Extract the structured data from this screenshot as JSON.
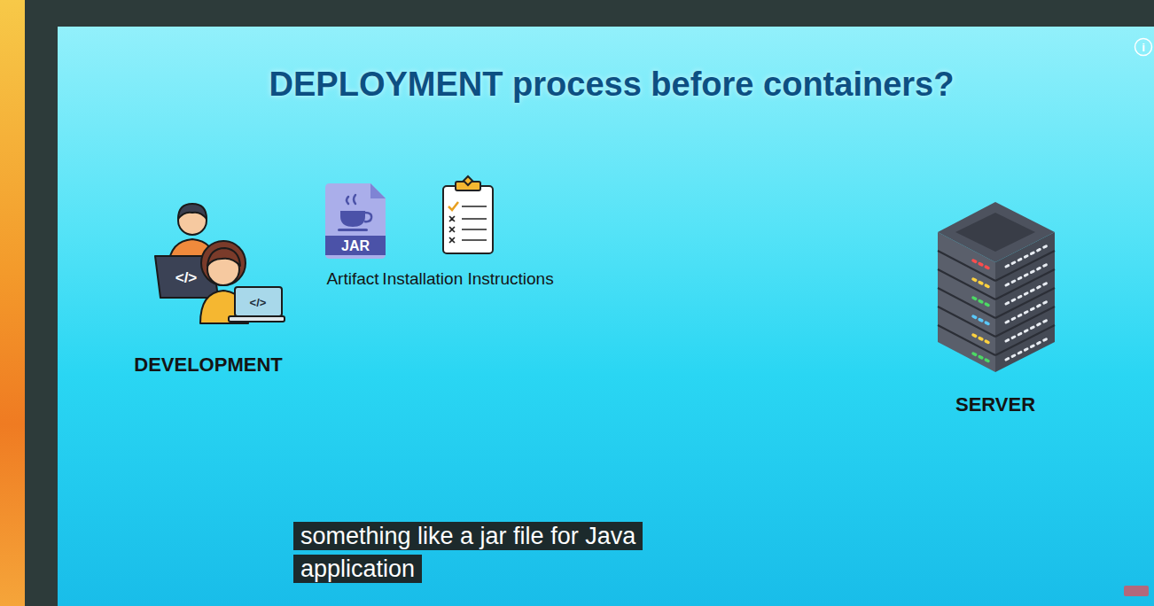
{
  "diagram": {
    "title": "DEPLOYMENT process before containers?",
    "caption": "something like a jar file for Java application",
    "nodes": [
      {
        "text": [
          "DEVELOPMENT"
        ]
      },
      {
        "text": [
          "Artifact"
        ]
      },
      {
        "text": [
          "Installation Instructions"
        ]
      },
      {
        "text": [
          "SERVER"
        ]
      }
    ],
    "labels": [
      "</>",
      "</>",
      "JAR",
      "i"
    ]
  }
}
